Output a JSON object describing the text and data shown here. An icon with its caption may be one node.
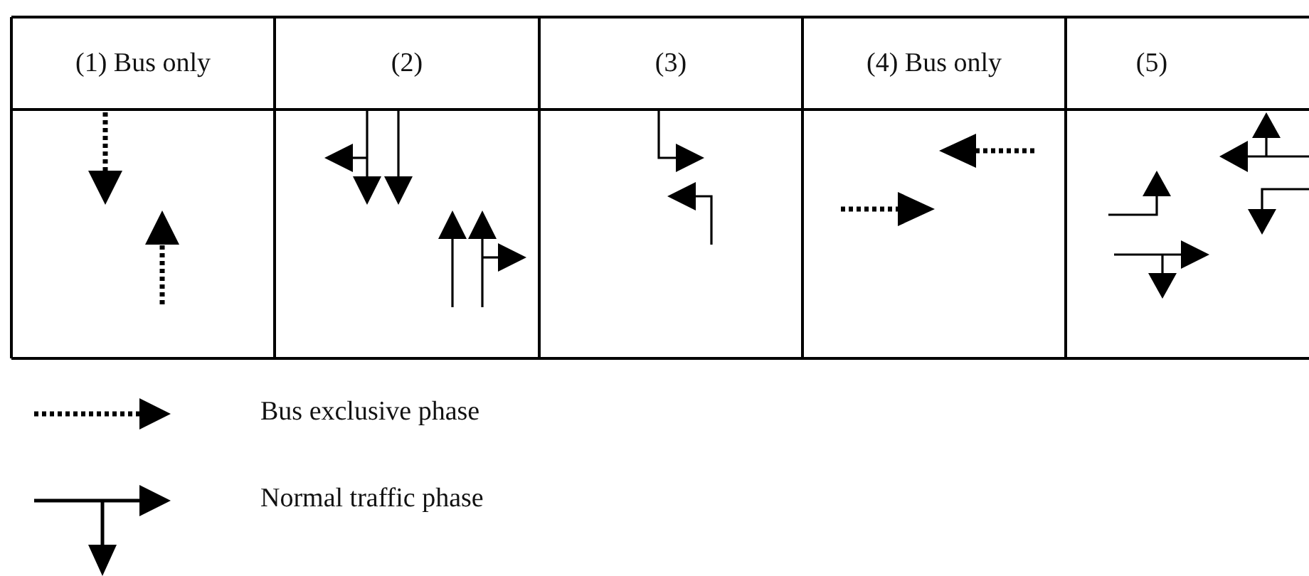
{
  "diagram": {
    "labels": [
      "(1) Bus only",
      "(2)",
      "(3)",
      "(4) Bus only",
      "(5)"
    ],
    "legend": [
      {
        "text": "Bus exclusive phase"
      },
      {
        "text": "Normal traffic phase"
      }
    ]
  }
}
